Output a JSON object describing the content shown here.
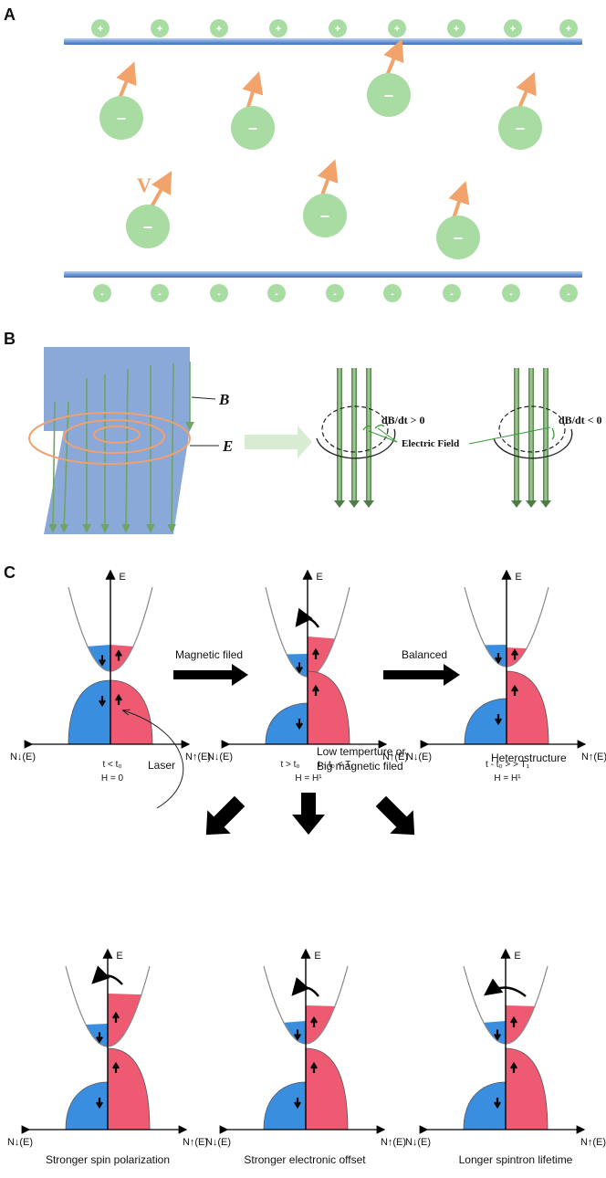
{
  "panelA": {
    "label": "A",
    "plus_sign": "+",
    "minus_sign": "–",
    "bottom_sign": "-",
    "velocity_label": "V",
    "colors": {
      "charge": "#a9dca2",
      "plate": "#7aa6de",
      "arrow": "#f2a36c"
    }
  },
  "panelB": {
    "label": "B",
    "b_label": "B",
    "e_label": "E",
    "db_pos": "dB/dt > 0",
    "db_neg": "dB/dt < 0",
    "electric_field": "Electric Field",
    "colors": {
      "plate": "#8aa9d8",
      "ring": "#f0a070",
      "field": "#6ea560"
    }
  },
  "panelC": {
    "label": "C",
    "axis_e": "E",
    "left_axis": "N↓(E)",
    "right_axis": "N↑(E)",
    "magnetic_filed": "Magnetic filed",
    "balanced": "Balanced",
    "caption1_line1": "t < t₀",
    "caption1_line2": "H = 0",
    "caption2_left": "t > t₀",
    "caption2_right": "t - t₀ < T₁",
    "caption2_line2": "H = H¹",
    "caption3_line1": "t - t₀ > > T₁",
    "caption3_line2": "H = H¹",
    "laser": "Laser",
    "low_temp_1": "Low temperture or",
    "low_temp_2": "Big magnetic filed",
    "heterostructure": "Heterostructure",
    "bottom_captions": [
      "Stronger spin polarization",
      "Stronger electronic offset",
      "Longer spintron lifetime"
    ],
    "colors": {
      "spin_down": "#3a8ee0",
      "spin_up": "#ee5a72"
    }
  }
}
